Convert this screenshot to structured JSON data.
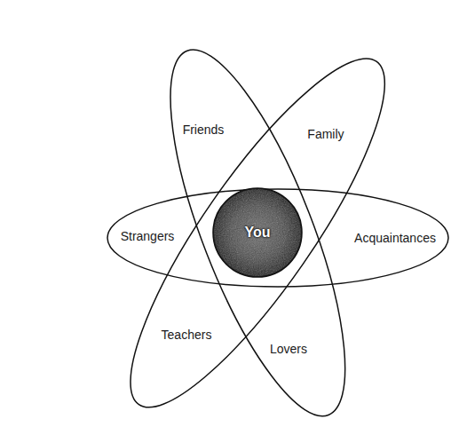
{
  "diagram": {
    "nodes": [
      {
        "text": [
          "Friends",
          "Lovers"
        ]
      },
      {
        "text": [
          "Family",
          "Teachers"
        ]
      },
      {
        "text": [
          "Strangers",
          "Acquaintances"
        ]
      },
      {
        "text": [
          "You"
        ]
      }
    ]
  }
}
